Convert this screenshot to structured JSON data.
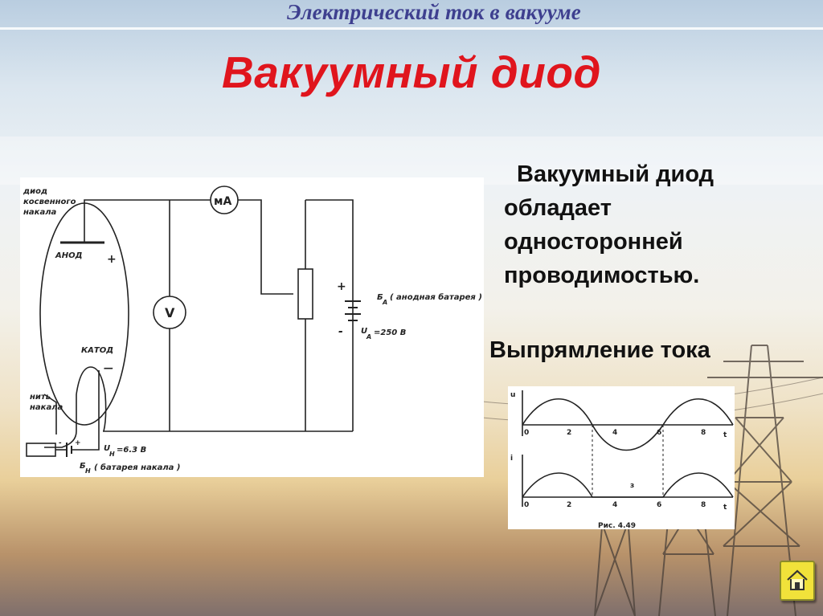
{
  "slide": {
    "header": "Электрический ток в вакууме",
    "title": "Вакуумный диод",
    "body": "Вакуумный диод обладает односторонней проводимостью.",
    "subhead": "Выпрямление тока"
  },
  "circuit": {
    "diode_label_1": "диод",
    "diode_label_2": "косвенного",
    "diode_label_3": "накала",
    "anode": "АНОД",
    "plus": "+",
    "cathode": "КАТОД",
    "minus": "—",
    "filament_1": "нить",
    "filament_2": "накала",
    "milliammeter": "мА",
    "voltmeter": "V",
    "battery_a": "Б",
    "battery_a_sub": "А",
    "battery_a_desc": "( анодная батарея )",
    "ua": "U",
    "ua_sub": "А",
    "ua_value": "=250 В",
    "uh": "U",
    "uh_sub": "Н",
    "uh_value": "=6.3 В",
    "battery_h": "Б",
    "battery_h_sub": "Н",
    "battery_h_desc": "( батарея накала )",
    "bat_plus": "+",
    "bat_minus": "-",
    "heater_plus": "+",
    "heater_minus": "-"
  },
  "waveform": {
    "top_axis_label": "u",
    "bottom_axis_label": "i",
    "t_label": "t",
    "ticks": [
      "0",
      "2",
      "4",
      "6",
      "8"
    ],
    "caption": "Рис. 4.49",
    "center_mark": "з"
  },
  "colors": {
    "header": "#3e3f8f",
    "title": "#e0151d",
    "home_button": "#f1e23a"
  },
  "icons": {
    "home": "home-icon"
  }
}
